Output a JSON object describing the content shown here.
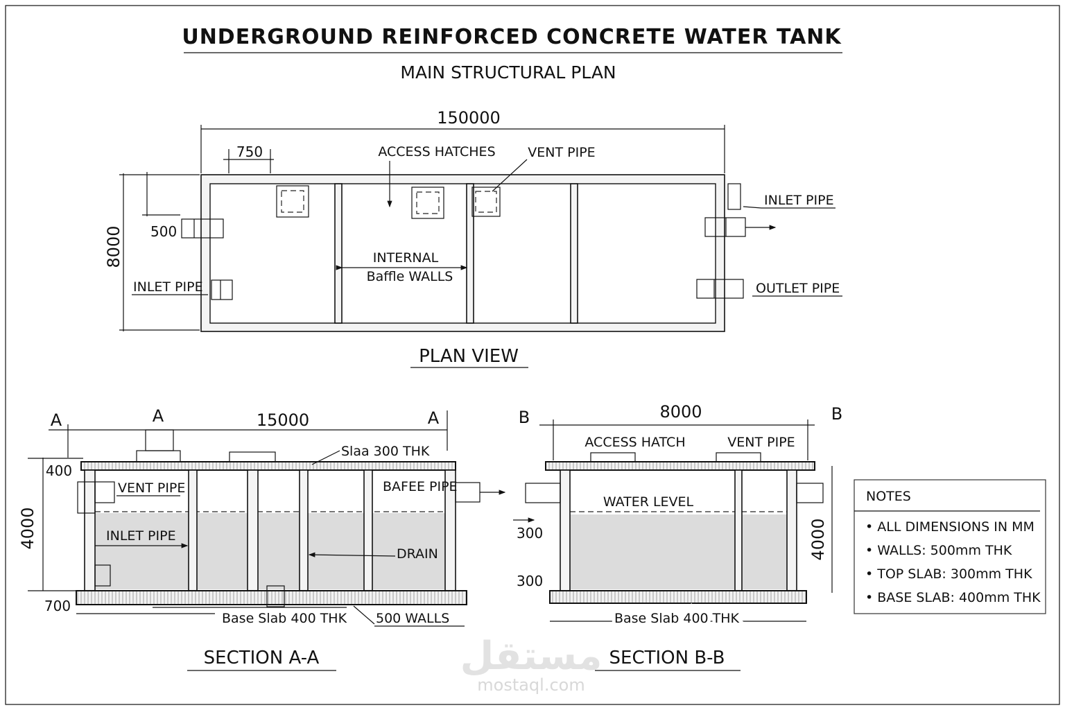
{
  "title": "UNDERGROUND REINFORCED CONCRETE WATER TANK",
  "subtitle": "MAIN STRUCTURAL PLAN",
  "plan": {
    "label": "PLAN VIEW",
    "dim_length": "150000",
    "dim_750": "750",
    "dim_width": "8000",
    "dim_500": "500",
    "access_hatches": "ACCESS HATCHES",
    "vent_pipe": "VENT PIPE",
    "inlet_pipe_right": "INLET PIPE",
    "inlet_pipe_left": "INLET PIPE",
    "outlet_pipe": "OUTLET PIPE",
    "baffle_line1": "INTERNAL",
    "baffle_line2": "Baffle WALLS"
  },
  "section_a": {
    "label": "SECTION A-A",
    "cut_left": "A",
    "cut_mid": "A",
    "cut_right": "A",
    "dim_length": "15000",
    "dim_400": "400",
    "dim_height": "4000",
    "dim_700": "700",
    "slab_note": "Slaa 300 THK",
    "vent_pipe": "VENT PIPE",
    "bafee_pipe": "BAFEE PIPE",
    "inlet_pipe": "INLET PIPE",
    "drain": "DRAIN",
    "base_slab": "Base Slab 400 THK",
    "walls": "500 WALLS"
  },
  "section_b": {
    "label": "SECTION B-B",
    "cut_left": "B",
    "cut_right": "B",
    "dim_width": "8000",
    "access_hatch": "ACCESS HATCH",
    "vent_pipe": "VENT PIPE",
    "water_level": "WATER LEVEL",
    "dim_300_top": "300",
    "dim_300_bottom": "300",
    "dim_height": "4000",
    "base_slab": "Base Slab 400 THK"
  },
  "notes": {
    "heading": "NOTES",
    "items": [
      "ALL DIMENSIONS IN MM",
      "WALLS: 500mm THK",
      "TOP SLAB: 300mm THK",
      "BASE SLAB: 400mm THK"
    ]
  },
  "watermark": {
    "arabic": "مستقل",
    "latin": "mostaql.com"
  }
}
